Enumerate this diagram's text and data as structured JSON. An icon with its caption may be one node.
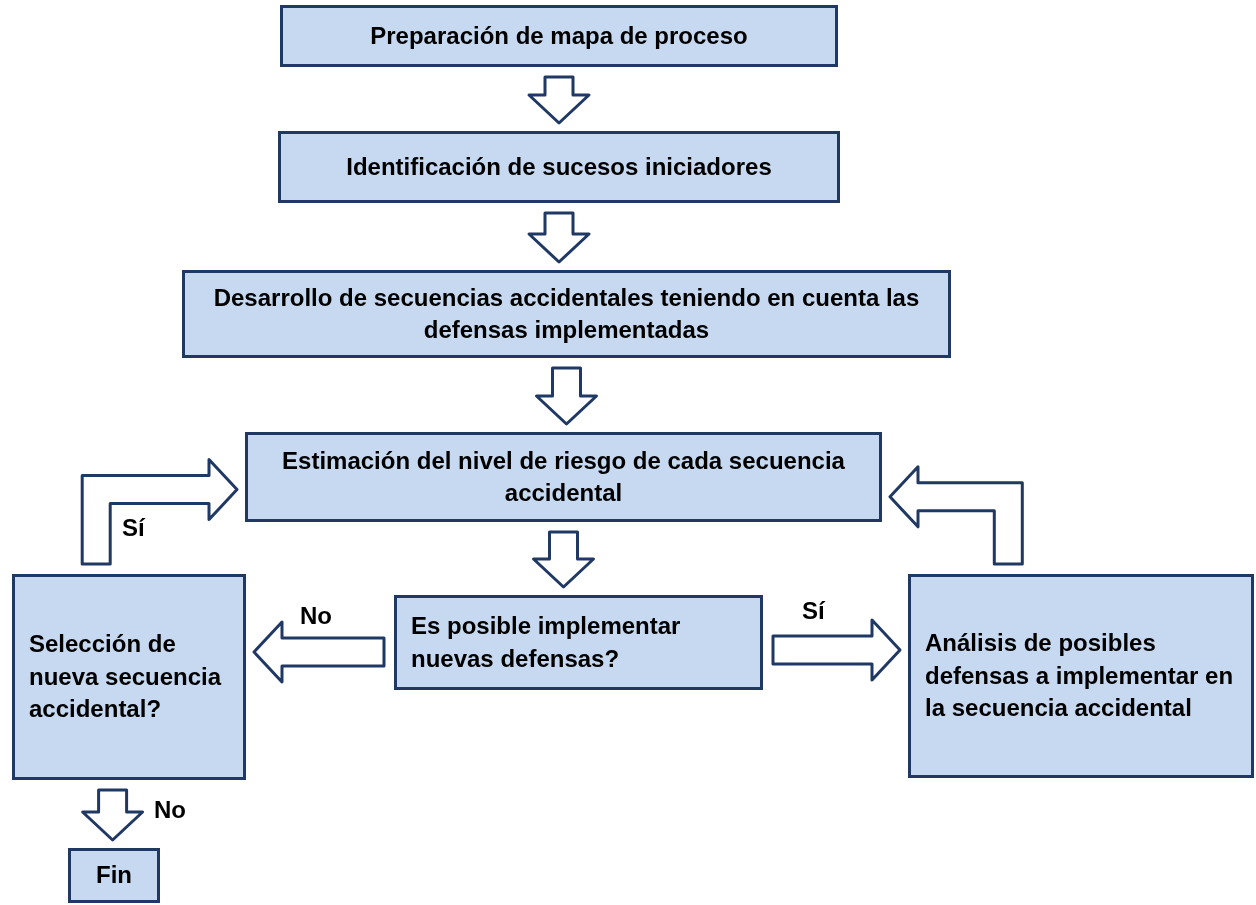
{
  "diagram": {
    "nodes": [
      {
        "text": [
          "Preparación de mapa de proceso"
        ]
      },
      {
        "text": [
          "Identificación de sucesos iniciadores"
        ]
      },
      {
        "text": [
          "Desarrollo de secuencias accidentales teniendo en cuenta las defensas implementadas"
        ]
      },
      {
        "text": [
          "Estimación del nivel de riesgo de cada secuencia accidental"
        ]
      },
      {
        "text": [
          "Selección de nueva secuencia accidental?"
        ]
      },
      {
        "text": [
          "Es posible implementar nuevas defensas?"
        ]
      },
      {
        "text": [
          "Análisis de posibles defensas a implementar en la secuencia accidental"
        ]
      },
      {
        "text": [
          "Fin"
        ]
      }
    ],
    "edges": [
      {
        "from": 0,
        "to": 1,
        "arrow": "to"
      },
      {
        "from": 1,
        "to": 2,
        "arrow": "to"
      },
      {
        "from": 2,
        "to": 3,
        "arrow": "to"
      },
      {
        "from": 3,
        "to": 5,
        "arrow": "to"
      },
      {
        "from": 5,
        "to": 4,
        "arrow": "to",
        "label": "No"
      },
      {
        "from": 5,
        "to": 6,
        "arrow": "to",
        "label": "Sí"
      },
      {
        "from": 6,
        "to": 3,
        "arrow": "to"
      },
      {
        "from": 4,
        "to": 3,
        "arrow": "to",
        "label": "Sí"
      },
      {
        "from": 4,
        "to": 7,
        "arrow": "to",
        "label": "No"
      }
    ]
  }
}
